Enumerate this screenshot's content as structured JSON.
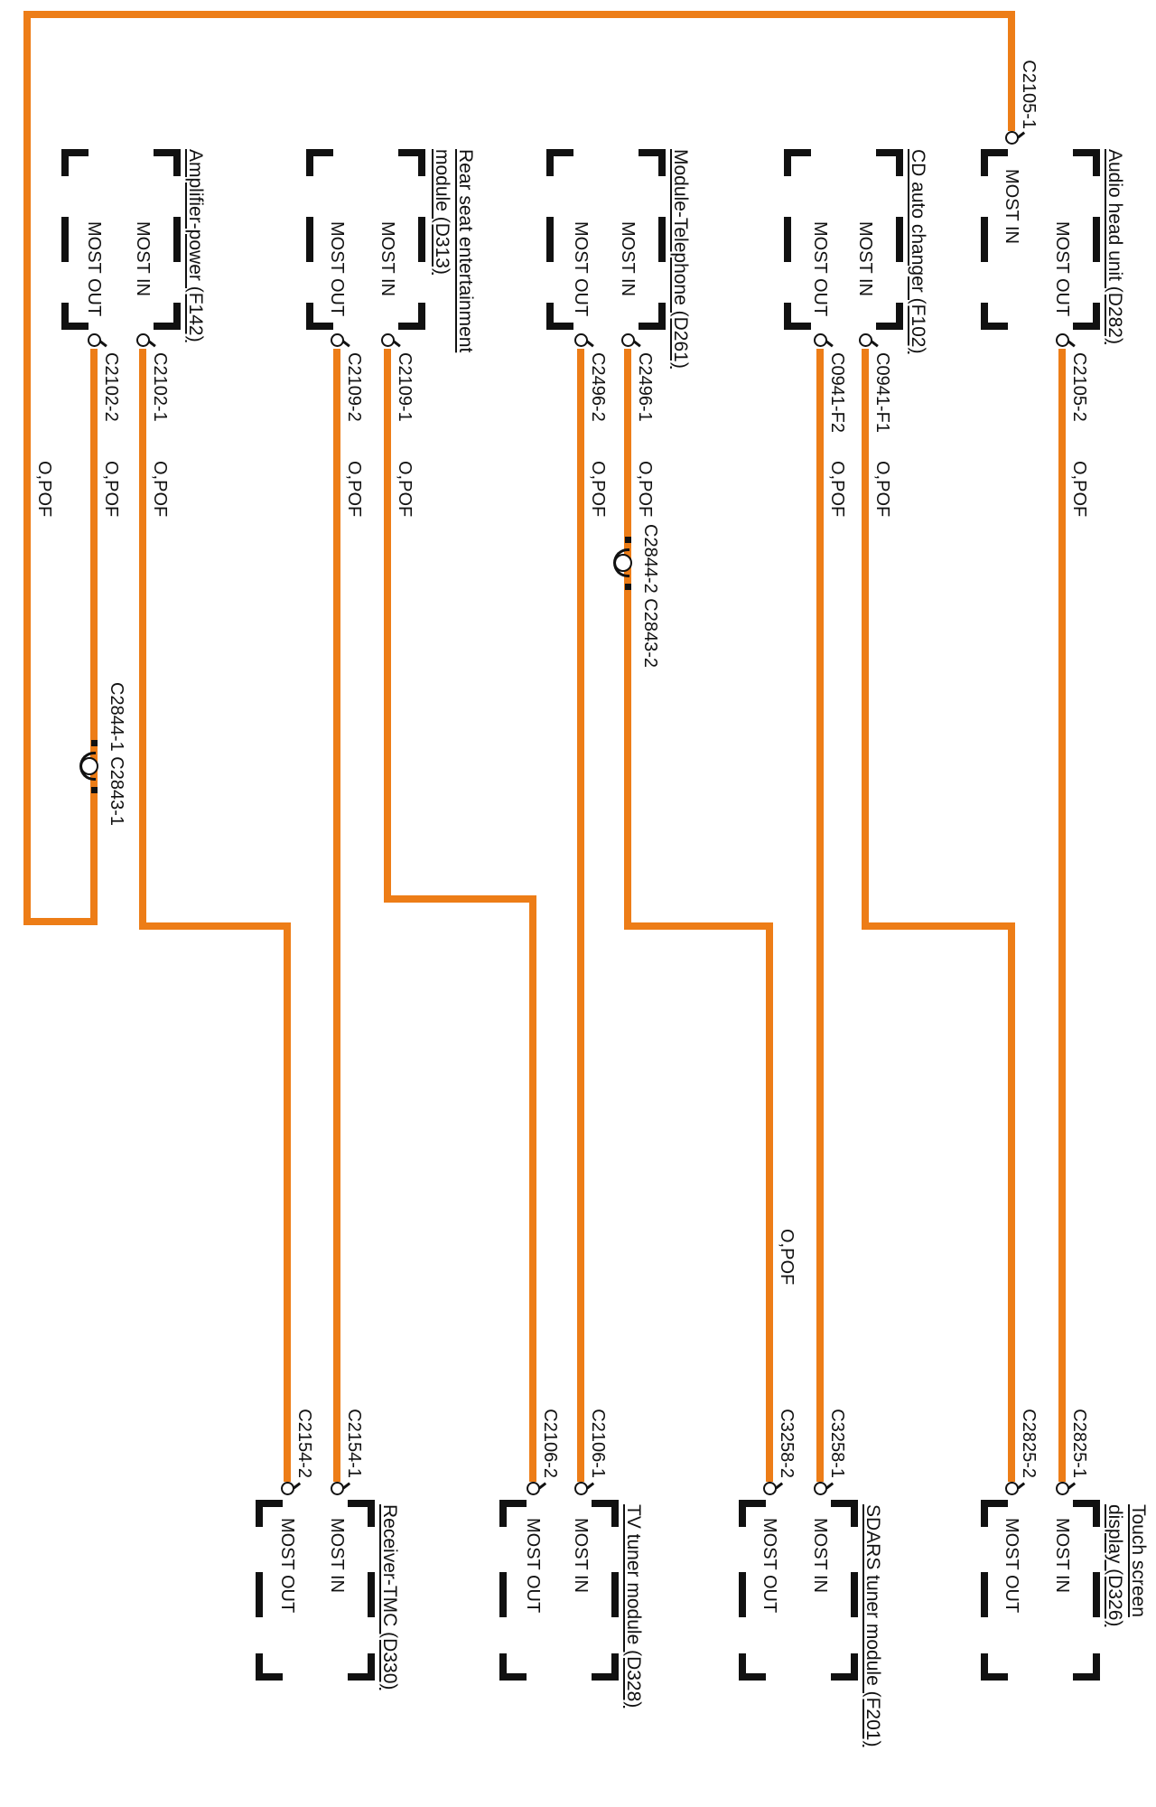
{
  "diagram": {
    "type": "MOST optical ring wiring diagram",
    "colors": {
      "wire": "#ED7D17",
      "ink": "#111111",
      "background": "#FFFFFF"
    }
  },
  "labels": {
    "opof": "O,POF"
  },
  "modules": [
    {
      "name": "Audio head unit (D282)",
      "ports": {
        "out": {
          "label": "MOST OUT",
          "connector": "C2105-2"
        },
        "in": {
          "label": "MOST IN",
          "connector": "C2105-1"
        }
      }
    },
    {
      "name": "CD auto changer (F102)",
      "ports": {
        "in": {
          "label": "MOST IN",
          "connector": "C0941-F1"
        },
        "out": {
          "label": "MOST OUT",
          "connector": "C0941-F2"
        }
      }
    },
    {
      "name": "Module-Telephone (D261)",
      "ports": {
        "in": {
          "label": "MOST IN",
          "connector": "C2496-1"
        },
        "out": {
          "label": "MOST OUT",
          "connector": "C2496-2"
        }
      }
    },
    {
      "name_line1": "Rear seat entertainment",
      "name_line2": "module (D313)",
      "ports": {
        "in": {
          "label": "MOST IN",
          "connector": "C2109-1"
        },
        "out": {
          "label": "MOST OUT",
          "connector": "C2109-2"
        }
      }
    },
    {
      "name": "Amplifier-power (F142)",
      "ports": {
        "in": {
          "label": "MOST IN",
          "connector": "C2102-1"
        },
        "out": {
          "label": "MOST OUT",
          "connector": "C2102-2"
        }
      }
    },
    {
      "name_line1": "Touch screen",
      "name_line2": "display (D326)",
      "ports": {
        "in": {
          "label": "MOST IN",
          "connector": "C2825-1"
        },
        "out": {
          "label": "MOST OUT",
          "connector": "C2825-2"
        }
      }
    },
    {
      "name": "SDARS tuner module (F201)",
      "ports": {
        "in": {
          "label": "MOST IN",
          "connector": "C3258-1"
        },
        "out": {
          "label": "MOST OUT",
          "connector": "C3258-2"
        }
      }
    },
    {
      "name": "TV tuner module (D328)",
      "ports": {
        "in": {
          "label": "MOST IN",
          "connector": "C2106-1"
        },
        "out": {
          "label": "MOST OUT",
          "connector": "C2106-2"
        }
      }
    },
    {
      "name": "Receiver-TMC (D330)",
      "ports": {
        "in": {
          "label": "MOST IN",
          "connector": "C2154-1"
        },
        "out": {
          "label": "MOST OUT",
          "connector": "C2154-2"
        }
      }
    }
  ],
  "inline_connectors": [
    {
      "label": "C2844-1 C2843-1"
    },
    {
      "label": "C2844-2 C2843-2"
    }
  ]
}
